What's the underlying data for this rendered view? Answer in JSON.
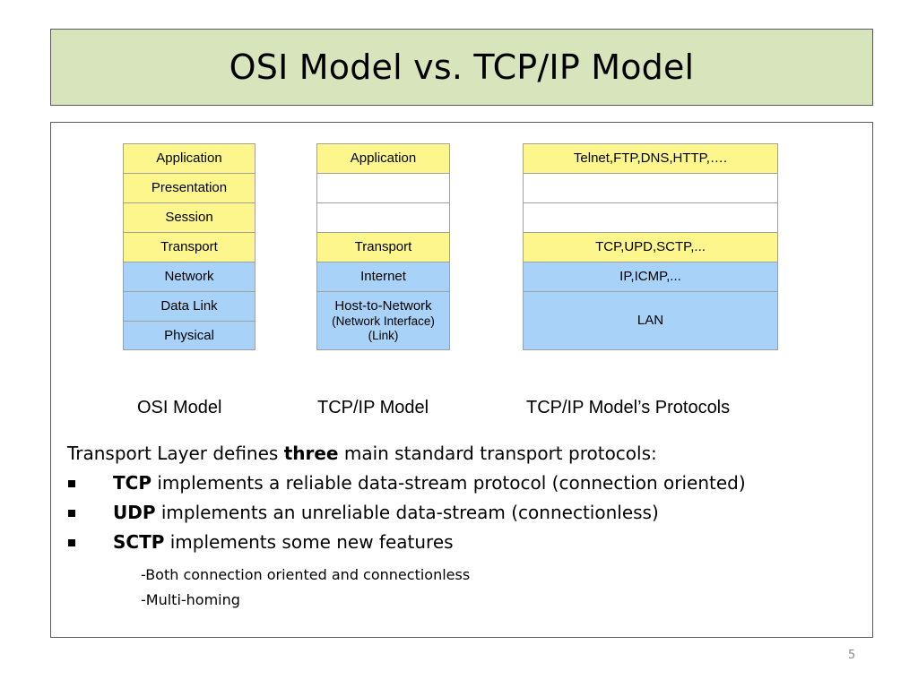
{
  "slide": {
    "title": "OSI Model vs. TCP/IP Model",
    "page_number": "5"
  },
  "osi": {
    "label": "OSI Model",
    "layers": [
      {
        "text": "Application",
        "color": "yellow"
      },
      {
        "text": "Presentation",
        "color": "yellow"
      },
      {
        "text": "Session",
        "color": "yellow"
      },
      {
        "text": "Transport",
        "color": "yellow"
      },
      {
        "text": "Network",
        "color": "blue"
      },
      {
        "text": "Data Link",
        "color": "blue"
      },
      {
        "text": "Physical",
        "color": "blue"
      }
    ]
  },
  "tcpip": {
    "label": "TCP/IP Model",
    "layers": [
      {
        "text": "Application",
        "color": "yellow"
      },
      {
        "text": "",
        "color": "white"
      },
      {
        "text": "",
        "color": "white"
      },
      {
        "text": "Transport",
        "color": "yellow"
      },
      {
        "text": "Internet",
        "color": "blue"
      },
      {
        "text": "Host-to-Network",
        "sub1": "(Network Interface)",
        "sub2": "(Link)",
        "color": "blue"
      }
    ]
  },
  "protocols": {
    "label": "TCP/IP Model’s Protocols",
    "layers": [
      {
        "text": "Telnet,FTP,DNS,HTTP,….",
        "color": "yellow"
      },
      {
        "text": "",
        "color": "white"
      },
      {
        "text": "",
        "color": "white"
      },
      {
        "text": "TCP,UPD,SCTP,...",
        "color": "yellow"
      },
      {
        "text": "IP,ICMP,...",
        "color": "blue"
      },
      {
        "text": "LAN",
        "color": "blue"
      }
    ]
  },
  "body": {
    "intro_pre": "Transport Layer defines ",
    "intro_bold": "three",
    "intro_post": " main standard transport protocols:",
    "bullets": [
      {
        "bold": "TCP",
        "text": " implements a reliable data-stream protocol (connection oriented)"
      },
      {
        "bold": "UDP",
        "text": " implements an unreliable data-stream (connectionless)"
      },
      {
        "bold": "SCTP",
        "text": " implements some new features"
      }
    ],
    "sub_items": [
      "-Both connection oriented and connectionless",
      "-Multi-homing"
    ]
  },
  "colors": {
    "title_bg": "#d8e4bc",
    "layer_yellow": "#fcf68c",
    "layer_blue": "#a8d2f8",
    "layer_white": "#ffffff"
  }
}
